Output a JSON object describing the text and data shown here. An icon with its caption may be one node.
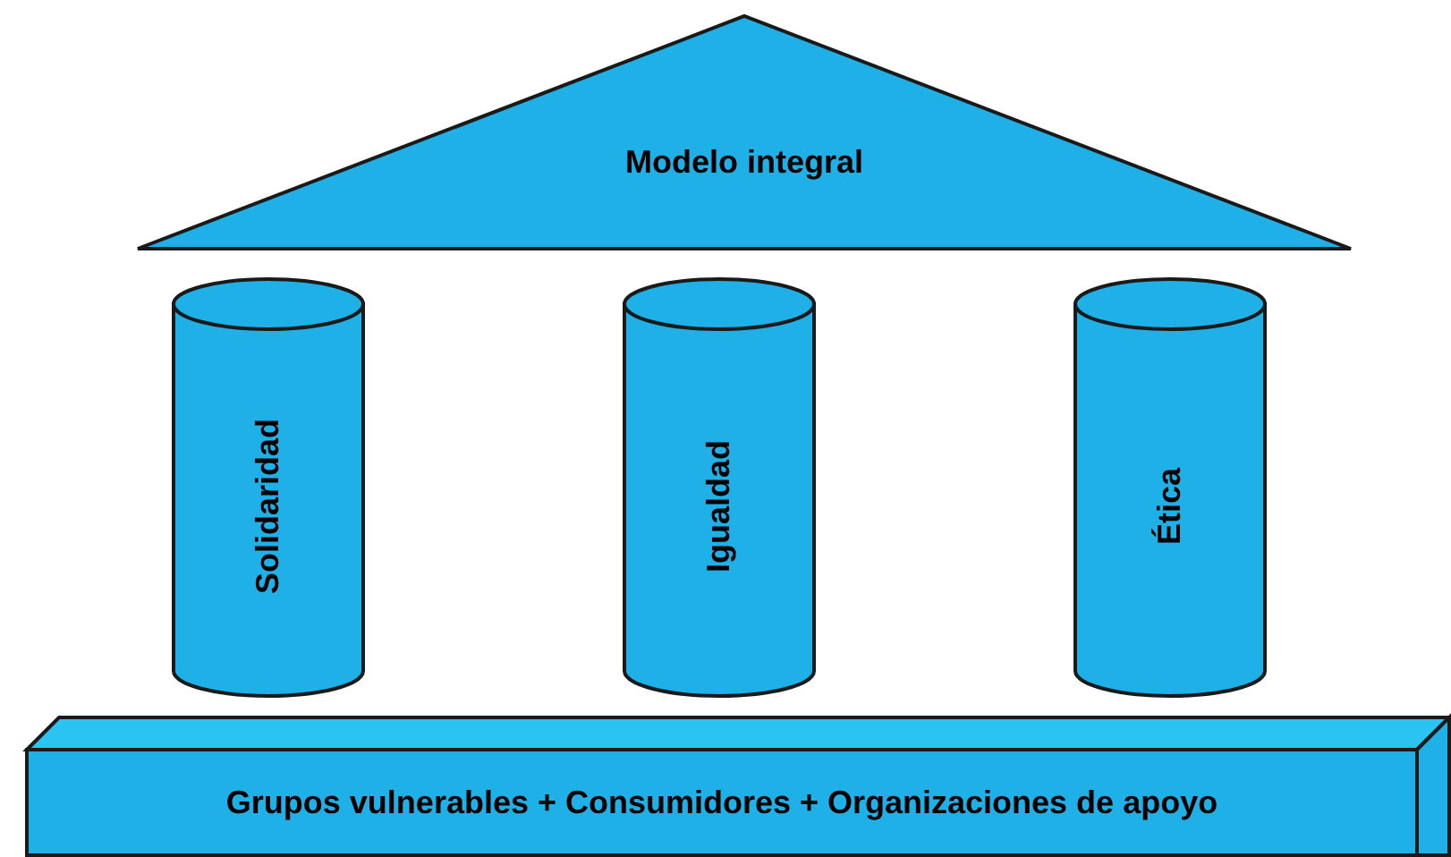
{
  "diagram": {
    "nodes": [
      {
        "text": [
          "Modelo integral"
        ]
      },
      {
        "text": [
          "Solidaridad"
        ]
      },
      {
        "text": [
          "Igualdad"
        ]
      },
      {
        "text": [
          "Ética"
        ]
      },
      {
        "text": [
          "Grupos vulnerables + Consumidores + Organizaciones de apoyo"
        ]
      }
    ],
    "edges": []
  }
}
